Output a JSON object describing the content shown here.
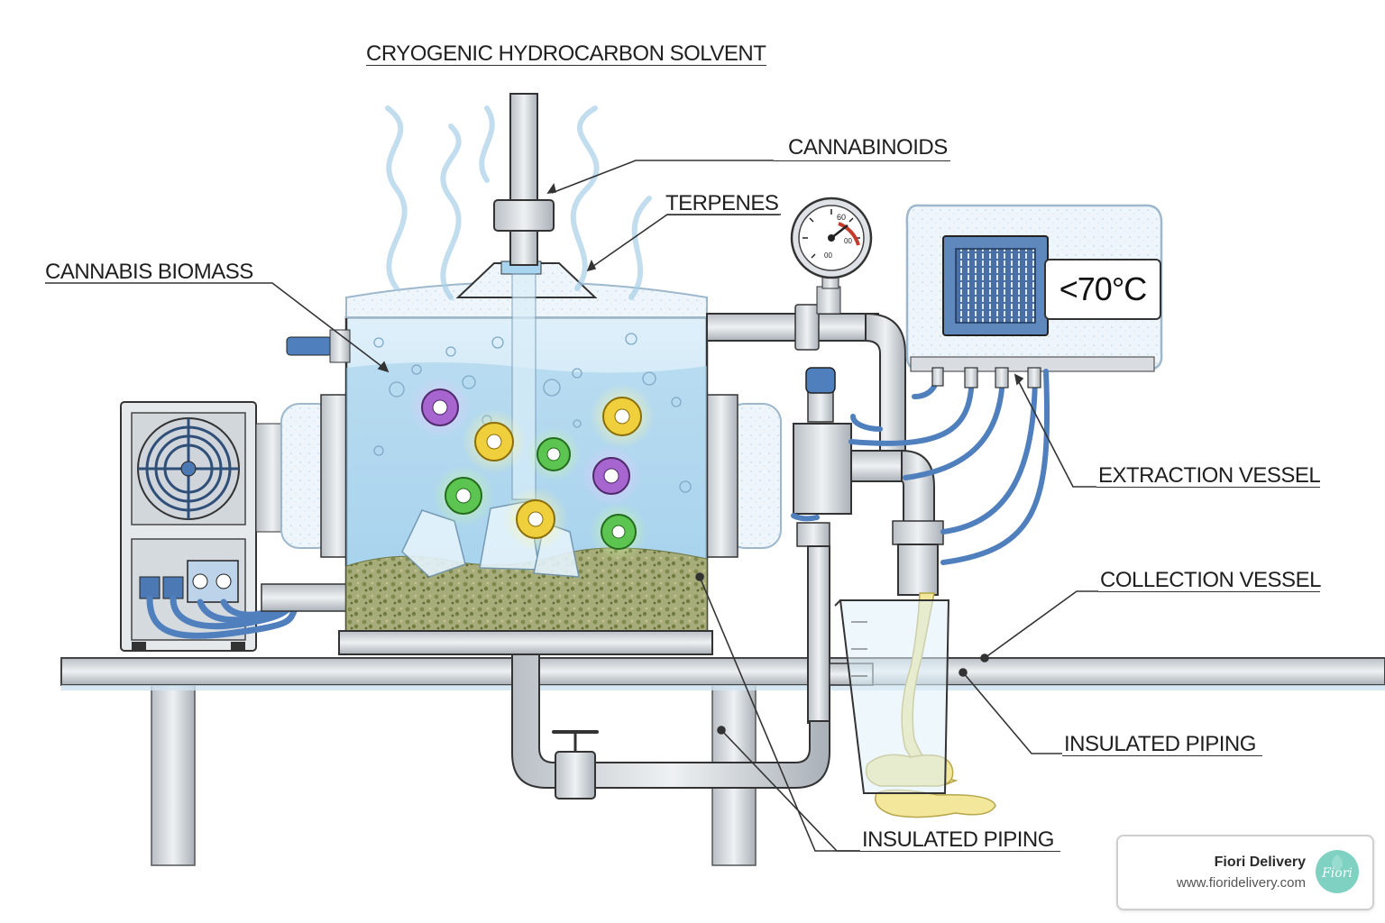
{
  "diagram": {
    "labels": {
      "solvent": "CRYOGENIC HYDROCARBON SOLVENT",
      "cannabinoids": "CANNABINOIDS",
      "terpenes": "TERPENES",
      "biomass": "CANNABIS BIOMASS",
      "extraction_vessel": "EXTRACTION VESSEL",
      "collection_vessel": "COLLECTION VESSEL",
      "insulated_piping_right": "INSULATED PIPING",
      "insulated_piping_bottom": "INSULATED PIPING"
    },
    "temperature_readout": "<70°C",
    "gauge_marks": [
      "60",
      "00",
      "00"
    ],
    "colors": {
      "liquid": "#cfe8f7",
      "tubing": "#5b8fd1",
      "metal": "#d9dde1",
      "frost": "#eaf4fb",
      "biomass": "#9aa36a",
      "extract": "#f2e79a"
    }
  },
  "watermark": {
    "name": "Fiori Delivery",
    "url": "www.fioridelivery.com",
    "logo_text": "Fiori"
  }
}
